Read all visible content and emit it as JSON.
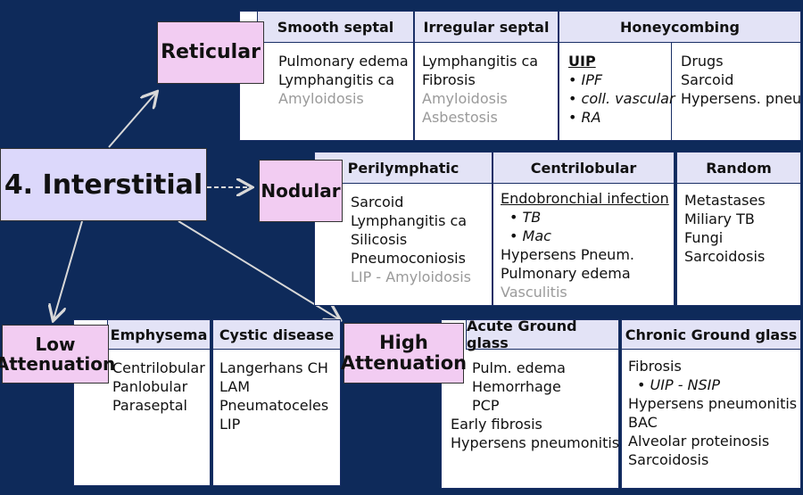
{
  "main_title": "4. Interstitial",
  "reticular": {
    "label": "Reticular",
    "smooth_septal": {
      "title": "Smooth septal",
      "items": [
        "Pulmonary edema",
        "Lymphangitis ca"
      ],
      "grey_items": [
        "Amyloidosis"
      ]
    },
    "irregular_septal": {
      "title": "Irregular septal",
      "items": [
        "Lymphangitis ca",
        "Fibrosis"
      ],
      "grey_items": [
        "Amyloidosis",
        "Asbestosis"
      ]
    },
    "honeycombing": {
      "title": "Honeycombing",
      "uip_label": "UIP",
      "uip_items": [
        "• IPF",
        "• coll. vascular",
        "• RA"
      ],
      "other_items": [
        "Drugs",
        "Sarcoid",
        "Hypersens. pneu"
      ]
    }
  },
  "nodular": {
    "label": "Nodular",
    "perilymphatic": {
      "title": "Perilymphatic",
      "items": [
        "Sarcoid",
        "Lymphangitis ca",
        "Silicosis",
        "Pneumoconiosis"
      ],
      "grey_items": [
        "LIP - Amyloidosis"
      ]
    },
    "centrilobular": {
      "title": "Centrilobular",
      "endo_label": "Endobronchial infection",
      "endo_items": [
        "• TB",
        "• Mac"
      ],
      "items": [
        "Hypersens Pneum.",
        "Pulmonary edema"
      ],
      "grey_items": [
        "Vasculitis"
      ]
    },
    "random": {
      "title": "Random",
      "items": [
        "Metastases",
        "Miliary TB",
        "Fungi",
        "Sarcoidosis"
      ]
    }
  },
  "low_attenuation": {
    "label_line1": "Low",
    "label_line2": "Attenuation",
    "emphysema": {
      "title": "Emphysema",
      "items": [
        "Centrilobular",
        "Panlobular",
        "Paraseptal"
      ]
    },
    "cystic": {
      "title": "Cystic disease",
      "items": [
        "Langerhans CH",
        "LAM",
        "Pneumatoceles",
        "LIP"
      ]
    }
  },
  "high_attenuation": {
    "label_line1": "High",
    "label_line2": "Attenuation",
    "acute": {
      "title": "Acute Ground glass",
      "items": [
        "Pulm. edema",
        "Hemorrhage",
        "PCP"
      ],
      "items2": [
        "Early fibrosis",
        "Hypersens pneumonitis"
      ]
    },
    "chronic": {
      "title": "Chronic Ground glass",
      "items": [
        "Fibrosis"
      ],
      "sub_items": [
        "• UIP - NSIP"
      ],
      "items2": [
        "Hypersens pneumonitis",
        "BAC",
        "Alveolar proteinosis",
        "Sarcoidosis"
      ]
    }
  }
}
